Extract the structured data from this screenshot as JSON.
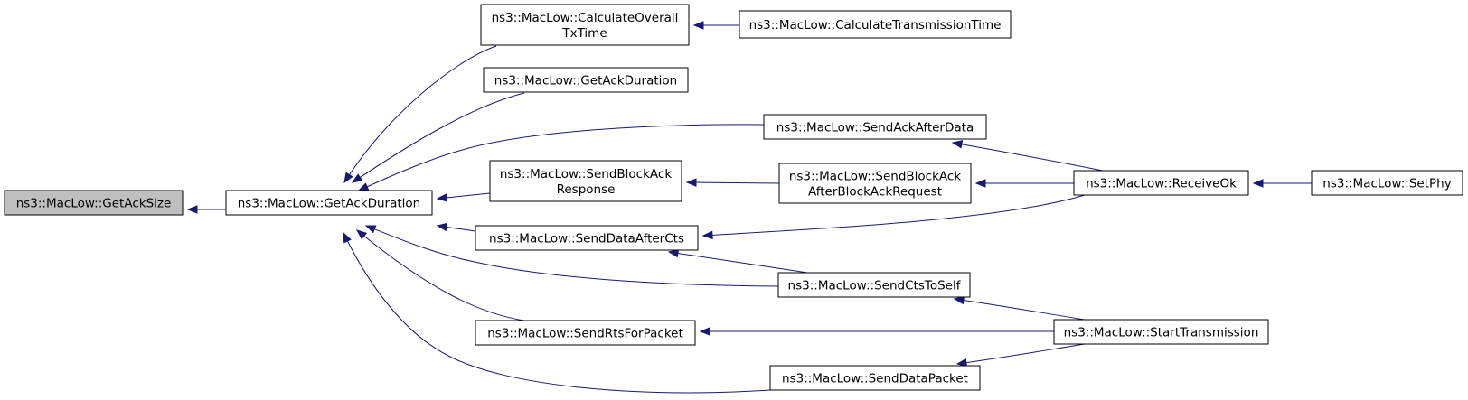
{
  "graph": {
    "root": "getacksize",
    "nodes": [
      {
        "id": "getacksize",
        "lines": [
          "ns3::MacLow::GetAckSize"
        ]
      },
      {
        "id": "getackduration_main",
        "lines": [
          "ns3::MacLow::GetAckDuration"
        ]
      },
      {
        "id": "calculateoveralltxtime",
        "lines": [
          "ns3::MacLow::CalculateOverall",
          "TxTime"
        ]
      },
      {
        "id": "calculatetransmissiontime",
        "lines": [
          "ns3::MacLow::CalculateTransmissionTime"
        ]
      },
      {
        "id": "getackduration_2",
        "lines": [
          "ns3::MacLow::GetAckDuration"
        ]
      },
      {
        "id": "sendackafterdata",
        "lines": [
          "ns3::MacLow::SendAckAfterData"
        ]
      },
      {
        "id": "sendblockackresponse",
        "lines": [
          "ns3::MacLow::SendBlockAck",
          "Response"
        ]
      },
      {
        "id": "sendblockackafterbar",
        "lines": [
          "ns3::MacLow::SendBlockAck",
          "AfterBlockAckRequest"
        ]
      },
      {
        "id": "receiveok",
        "lines": [
          "ns3::MacLow::ReceiveOk"
        ]
      },
      {
        "id": "setphy",
        "lines": [
          "ns3::MacLow::SetPhy"
        ]
      },
      {
        "id": "senddataaftercts",
        "lines": [
          "ns3::MacLow::SendDataAfterCts"
        ]
      },
      {
        "id": "sendctstoself",
        "lines": [
          "ns3::MacLow::SendCtsToSelf"
        ]
      },
      {
        "id": "sendrtsforpacket",
        "lines": [
          "ns3::MacLow::SendRtsForPacket"
        ]
      },
      {
        "id": "starttransmission",
        "lines": [
          "ns3::MacLow::StartTransmission"
        ]
      },
      {
        "id": "senddatapacket",
        "lines": [
          "ns3::MacLow::SendDataPacket"
        ]
      }
    ],
    "edges": [
      {
        "from": "getackduration_main",
        "to": "getacksize"
      },
      {
        "from": "calculateoveralltxtime",
        "to": "getackduration_main"
      },
      {
        "from": "getackduration_2",
        "to": "getackduration_main"
      },
      {
        "from": "sendackafterdata",
        "to": "getackduration_main"
      },
      {
        "from": "sendblockackresponse",
        "to": "getackduration_main"
      },
      {
        "from": "senddataaftercts",
        "to": "getackduration_main"
      },
      {
        "from": "sendctstoself",
        "to": "getackduration_main"
      },
      {
        "from": "sendrtsforpacket",
        "to": "getackduration_main"
      },
      {
        "from": "senddatapacket",
        "to": "getackduration_main"
      },
      {
        "from": "calculatetransmissiontime",
        "to": "calculateoveralltxtime"
      },
      {
        "from": "receiveok",
        "to": "sendackafterdata"
      },
      {
        "from": "sendblockackafterbar",
        "to": "sendblockackresponse"
      },
      {
        "from": "receiveok",
        "to": "sendblockackafterbar"
      },
      {
        "from": "setphy",
        "to": "receiveok"
      },
      {
        "from": "receiveok",
        "to": "senddataaftercts"
      },
      {
        "from": "sendctstoself",
        "to": "senddataaftercts"
      },
      {
        "from": "starttransmission",
        "to": "sendctstoself"
      },
      {
        "from": "starttransmission",
        "to": "sendrtsforpacket"
      },
      {
        "from": "starttransmission",
        "to": "senddatapacket"
      }
    ]
  },
  "colors": {
    "edge": "#191970",
    "root_fill": "#bfbfbf",
    "node_fill": "#ffffff",
    "node_border": "#000000"
  }
}
